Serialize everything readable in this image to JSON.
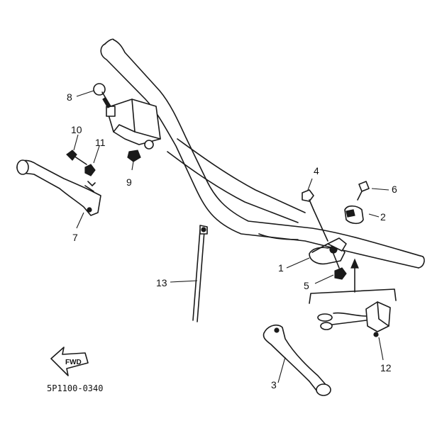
{
  "diagram": {
    "callouts": {
      "c1": "1",
      "c2": "2",
      "c3": "3",
      "c4": "4",
      "c5": "5",
      "c6": "6",
      "c7": "7",
      "c8": "8",
      "c9": "9",
      "c10": "10",
      "c11": "11",
      "c12": "12",
      "c13": "13"
    },
    "fwd_label": "FWD",
    "diagram_code": "5P1100-0340"
  }
}
